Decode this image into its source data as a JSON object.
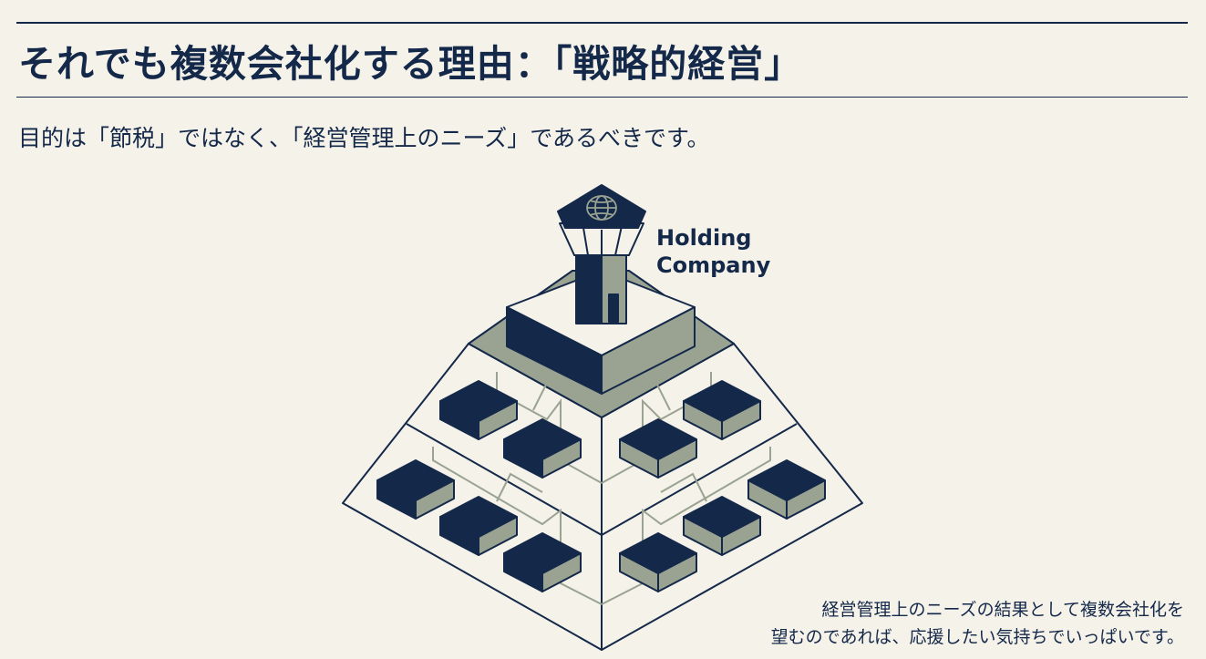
{
  "slide": {
    "title": "それでも複数会社化する理由：「戦略的経営」",
    "subtitle": "目的は「節税」ではなく、「経営管理上のニーズ」であるべきです。",
    "diagram": {
      "label_line1": "Holding",
      "label_line2": "Company"
    },
    "note_line1": "経営管理上のニーズの結果として複数会社化を",
    "note_line2": "望むのであれば、応援したい気持ちでいっぱいです。"
  },
  "colors": {
    "navy": "#14284a",
    "sage": "#9aa392",
    "background": "#f5f2e9"
  }
}
